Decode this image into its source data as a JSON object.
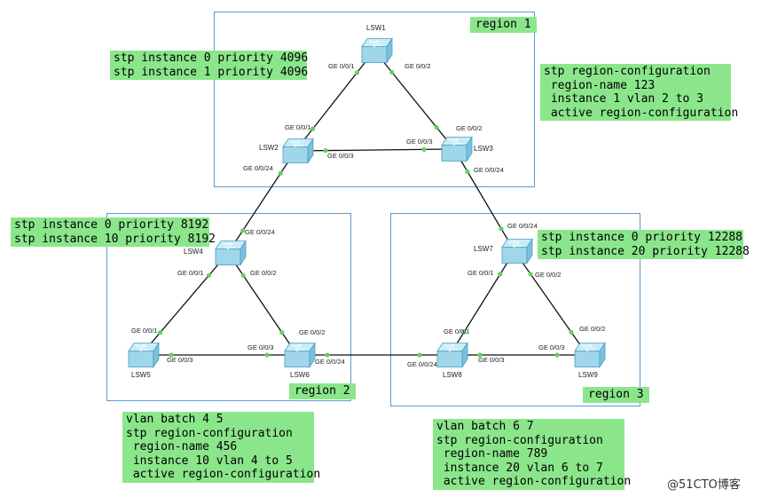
{
  "regions": [
    {
      "id": "region1",
      "label": "region 1"
    },
    {
      "id": "region2",
      "label": "region 2"
    },
    {
      "id": "region3",
      "label": "region 3"
    }
  ],
  "switches": [
    {
      "id": "LSW1",
      "label": "LSW1"
    },
    {
      "id": "LSW2",
      "label": "LSW2"
    },
    {
      "id": "LSW3",
      "label": "LSW3"
    },
    {
      "id": "LSW4",
      "label": "LSW4"
    },
    {
      "id": "LSW5",
      "label": "LSW5"
    },
    {
      "id": "LSW6",
      "label": "LSW6"
    },
    {
      "id": "LSW7",
      "label": "LSW7"
    },
    {
      "id": "LSW8",
      "label": "LSW8"
    },
    {
      "id": "LSW9",
      "label": "LSW9"
    }
  ],
  "links": [
    {
      "a": "LSW1",
      "b": "LSW2",
      "a_port": "GE 0/0/1",
      "b_port": "GE 0/0/1"
    },
    {
      "a": "LSW1",
      "b": "LSW3",
      "a_port": "GE 0/0/2",
      "b_port": "GE 0/0/2"
    },
    {
      "a": "LSW2",
      "b": "LSW3",
      "a_port": "GE 0/0/3",
      "b_port": "GE 0/0/3"
    },
    {
      "a": "LSW2",
      "b": "LSW4",
      "a_port": "GE 0/0/24",
      "b_port": "GE 0/0/24"
    },
    {
      "a": "LSW3",
      "b": "LSW7",
      "a_port": "GE 0/0/24",
      "b_port": "GE 0/0/24"
    },
    {
      "a": "LSW4",
      "b": "LSW5",
      "a_port": "GE 0/0/1",
      "b_port": "GE 0/0/1"
    },
    {
      "a": "LSW4",
      "b": "LSW6",
      "a_port": "GE 0/0/2",
      "b_port": "GE 0/0/2"
    },
    {
      "a": "LSW5",
      "b": "LSW6",
      "a_port": "GE 0/0/3",
      "b_port": "GE 0/0/3"
    },
    {
      "a": "LSW6",
      "b": "LSW8",
      "a_port": "GE 0/0/24",
      "b_port": "GE 0/0/24"
    },
    {
      "a": "LSW7",
      "b": "LSW8",
      "a_port": "GE 0/0/1",
      "b_port": "GE 0/0/1"
    },
    {
      "a": "LSW7",
      "b": "LSW9",
      "a_port": "GE 0/0/2",
      "b_port": "GE 0/0/2"
    },
    {
      "a": "LSW8",
      "b": "LSW9",
      "a_port": "GE 0/0/3",
      "b_port": "GE 0/0/3"
    }
  ],
  "notes": {
    "lsw2_priority": "stp instance 0 priority 4096\nstp instance 1 priority 4096",
    "region1_config": "stp region-configuration\n region-name 123\n instance 1 vlan 2 to 3\n active region-configuration",
    "lsw4_priority": "stp instance 0 priority 8192\nstp instance 10 priority 8192",
    "lsw7_priority": "stp instance 0 priority 12288\nstp instance 20 priority 12288",
    "region2_config": "vlan batch 4 5\nstp region-configuration\n region-name 456\n instance 10 vlan 4 to 5\n active region-configuration",
    "region3_config": "vlan batch 6 7\nstp region-configuration\n region-name 789\n instance 20 vlan 6 to 7\n active region-configuration"
  },
  "watermark": "@51CTO博客",
  "colors": {
    "note_bg": "#8be68b",
    "region_border": "#5b9bd5",
    "link_dot": "#5fd35f",
    "switch_fill": "#c8ecf7"
  },
  "icons": {
    "switch": "network-switch-icon"
  }
}
